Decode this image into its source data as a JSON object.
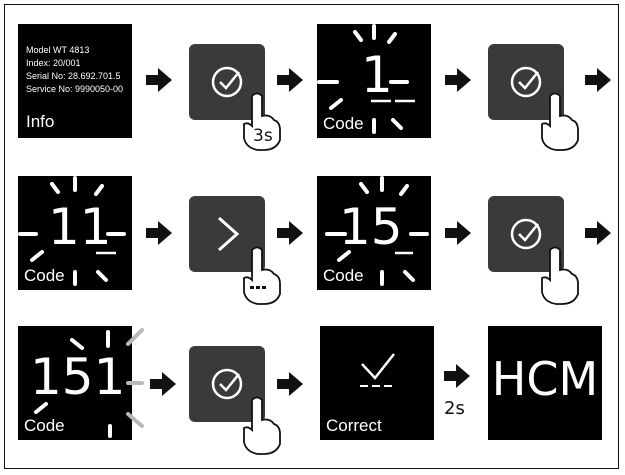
{
  "info_panel": {
    "model": "Model WT 4813",
    "index": "Index: 20/001",
    "serial": "Serial No: 28.692.701.5",
    "service": "Service No: 9990050-00",
    "label": "Info"
  },
  "code_label": "Code",
  "digits": {
    "step1": "1",
    "step2": "11",
    "step3": "15",
    "step4": "151"
  },
  "press_durations": {
    "first": "3s"
  },
  "correct_label": "Correct",
  "result_duration": "2s",
  "result_text": "HCM",
  "icons": {
    "confirm": "check-circle-icon",
    "next": "chevron-right-icon",
    "press": "finger-press-icon",
    "flow": "arrow-right-icon"
  },
  "colors": {
    "panel": "#000000",
    "button": "#3a3a3a",
    "glyph": "#ffffff",
    "ink": "#111111"
  }
}
